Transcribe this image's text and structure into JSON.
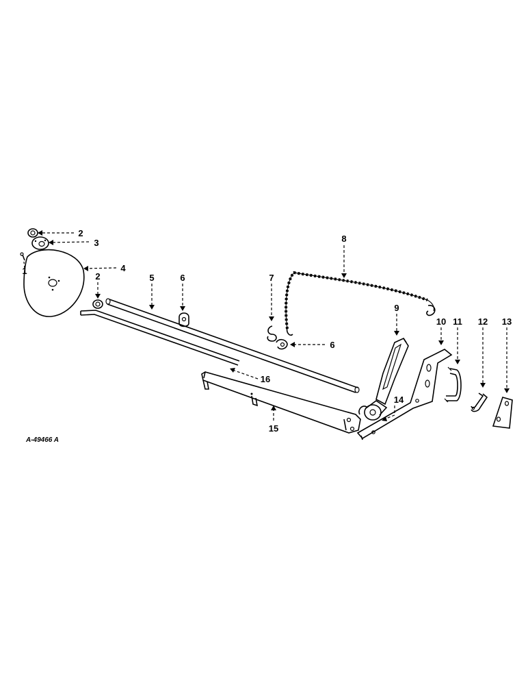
{
  "diagram": {
    "drawing_code": "A-49466 A",
    "callouts": [
      "1",
      "2",
      "3",
      "4",
      "2",
      "5",
      "6",
      "7",
      "8",
      "6",
      "9",
      "10",
      "11",
      "12",
      "13",
      "14",
      "15",
      "16"
    ]
  }
}
